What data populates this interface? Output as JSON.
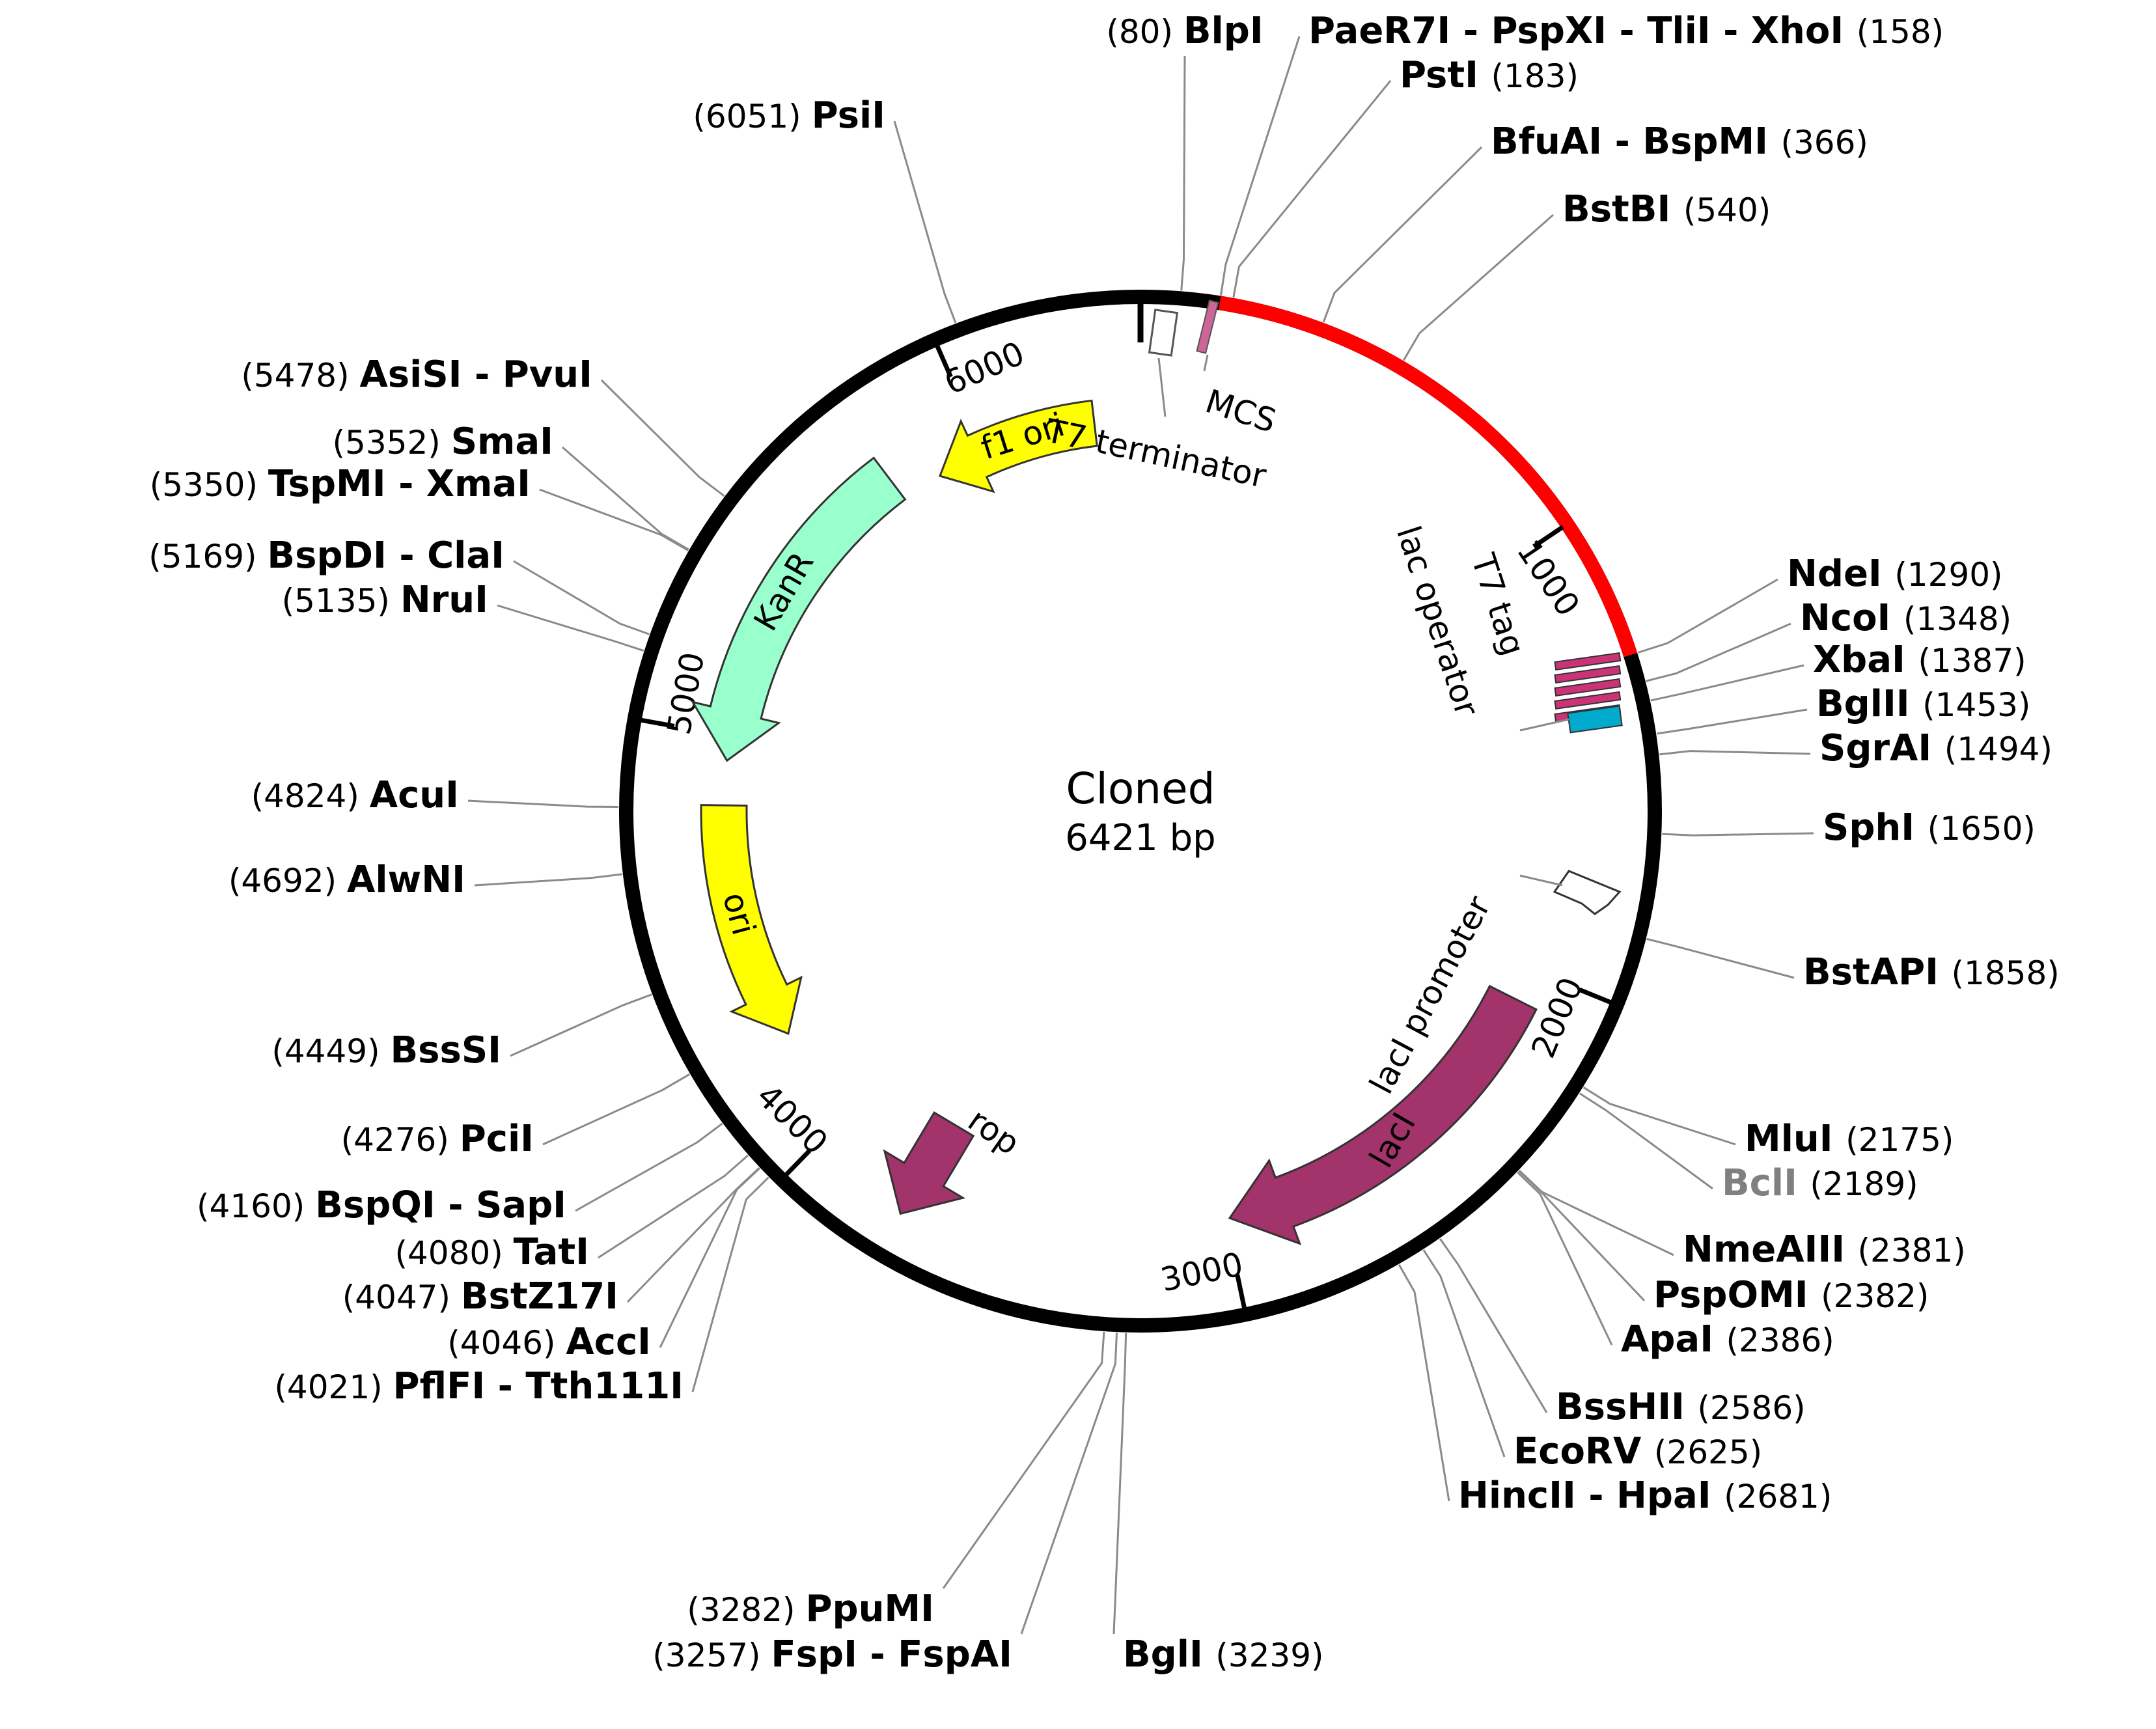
{
  "plasmid": {
    "name": "Cloned",
    "size_label": "6421 bp",
    "length": 6421
  },
  "colors": {
    "backbone": "#000000",
    "insert": "#ff0000",
    "f1_ori": "#ffff00",
    "ori": "#ffff00",
    "KanR": "#99ffcc",
    "lacI": "#a3336b",
    "rop": "#a3336b",
    "lac_operator_tag": "#00aacc",
    "leader": "#8a8a8a"
  },
  "insert_region": {
    "start": 158,
    "end": 1290
  },
  "ticks": [
    {
      "position": 1000,
      "label": "1000"
    },
    {
      "position": 2000,
      "label": "2000"
    },
    {
      "position": 3000,
      "label": "3000"
    },
    {
      "position": 4000,
      "label": "4000"
    },
    {
      "position": 5000,
      "label": "5000"
    },
    {
      "position": 6000,
      "label": "6000"
    }
  ],
  "features": [
    {
      "name": "f1 ori",
      "start": 6300,
      "end": 5870,
      "label_text": "f1 ori",
      "color": "#ffff00"
    },
    {
      "name": "KanR",
      "start": 5760,
      "end": 4940,
      "label_text": "KanR",
      "color": "#99ffcc"
    },
    {
      "name": "ori",
      "start": 4830,
      "end": 4240,
      "label_text": "ori",
      "color": "#ffff00"
    },
    {
      "name": "lacI",
      "start": 2080,
      "end": 2990,
      "label_text": "lacI",
      "color": "#a3336b"
    },
    {
      "name": "rop",
      "start": 3660,
      "end": 3850,
      "label_text": "rop",
      "color": "#a3336b"
    }
  ],
  "annotations": {
    "t7_terminator": "T7 terminator",
    "mcs": "MCS",
    "t7_tag": "T7 tag",
    "lac_operator": "lac operator",
    "laci_promoter": "lacI promoter"
  },
  "sites": [
    {
      "name": "BlpI",
      "pos_text": "(80)",
      "pos": 80,
      "side": "top"
    },
    {
      "name": "PaeR7I - PspXI - TliI - XhoI",
      "pos_text": "(158)",
      "pos": 158,
      "side": "right"
    },
    {
      "name": "PstI",
      "pos_text": "(183)",
      "pos": 183,
      "side": "right"
    },
    {
      "name": "BfuAI - BspMI",
      "pos_text": "(366)",
      "pos": 366,
      "side": "right"
    },
    {
      "name": "BstBI",
      "pos_text": "(540)",
      "pos": 540,
      "side": "right"
    },
    {
      "name": "NdeI",
      "pos_text": "(1290)",
      "pos": 1290,
      "side": "right"
    },
    {
      "name": "NcoI",
      "pos_text": "(1348)",
      "pos": 1348,
      "side": "right"
    },
    {
      "name": "XbaI",
      "pos_text": "(1387)",
      "pos": 1387,
      "side": "right"
    },
    {
      "name": "BglII",
      "pos_text": "(1453)",
      "pos": 1453,
      "side": "right"
    },
    {
      "name": "SgrAI",
      "pos_text": "(1494)",
      "pos": 1494,
      "side": "right"
    },
    {
      "name": "SphI",
      "pos_text": "(1650)",
      "pos": 1650,
      "side": "right"
    },
    {
      "name": "BstAPI",
      "pos_text": "(1858)",
      "pos": 1858,
      "side": "right"
    },
    {
      "name": "MluI",
      "pos_text": "(2175)",
      "pos": 2175,
      "side": "right"
    },
    {
      "name": "BclI",
      "pos_text": "(2189)",
      "pos": 2189,
      "side": "right",
      "grey": true
    },
    {
      "name": "NmeAIII",
      "pos_text": "(2381)",
      "pos": 2381,
      "side": "right"
    },
    {
      "name": "PspOMI",
      "pos_text": "(2382)",
      "pos": 2382,
      "side": "right"
    },
    {
      "name": "ApaI",
      "pos_text": "(2386)",
      "pos": 2386,
      "side": "right"
    },
    {
      "name": "BssHII",
      "pos_text": "(2586)",
      "pos": 2586,
      "side": "right"
    },
    {
      "name": "EcoRV",
      "pos_text": "(2625)",
      "pos": 2625,
      "side": "right"
    },
    {
      "name": "HincII - HpaI",
      "pos_text": "(2681)",
      "pos": 2681,
      "side": "right"
    },
    {
      "name": "BglI",
      "pos_text": "(3239)",
      "pos": 3239,
      "side": "right"
    },
    {
      "name": "FspI - FspAI",
      "pos_text": "(3257)",
      "pos": 3257,
      "side": "left"
    },
    {
      "name": "PpuMI",
      "pos_text": "(3282)",
      "pos": 3282,
      "side": "left"
    },
    {
      "name": "PflFI - Tth111I",
      "pos_text": "(4021)",
      "pos": 4021,
      "side": "left"
    },
    {
      "name": "AccI",
      "pos_text": "(4046)",
      "pos": 4046,
      "side": "left"
    },
    {
      "name": "BstZ17I",
      "pos_text": "(4047)",
      "pos": 4047,
      "side": "left"
    },
    {
      "name": "TatI",
      "pos_text": "(4080)",
      "pos": 4080,
      "side": "left"
    },
    {
      "name": "BspQI - SapI",
      "pos_text": "(4160)",
      "pos": 4160,
      "side": "left"
    },
    {
      "name": "PciI",
      "pos_text": "(4276)",
      "pos": 4276,
      "side": "left"
    },
    {
      "name": "BssSI",
      "pos_text": "(4449)",
      "pos": 4449,
      "side": "left"
    },
    {
      "name": "AlwNI",
      "pos_text": "(4692)",
      "pos": 4692,
      "side": "left"
    },
    {
      "name": "AcuI",
      "pos_text": "(4824)",
      "pos": 4824,
      "side": "left"
    },
    {
      "name": "NruI",
      "pos_text": "(5135)",
      "pos": 5135,
      "side": "left"
    },
    {
      "name": "BspDI - ClaI",
      "pos_text": "(5169)",
      "pos": 5169,
      "side": "left"
    },
    {
      "name": "TspMI - XmaI",
      "pos_text": "(5350)",
      "pos": 5350,
      "side": "left"
    },
    {
      "name": "SmaI",
      "pos_text": "(5352)",
      "pos": 5352,
      "side": "left"
    },
    {
      "name": "AsiSI - PvuI",
      "pos_text": "(5478)",
      "pos": 5478,
      "side": "left"
    },
    {
      "name": "PsiI",
      "pos_text": "(6051)",
      "pos": 6051,
      "side": "left"
    }
  ]
}
